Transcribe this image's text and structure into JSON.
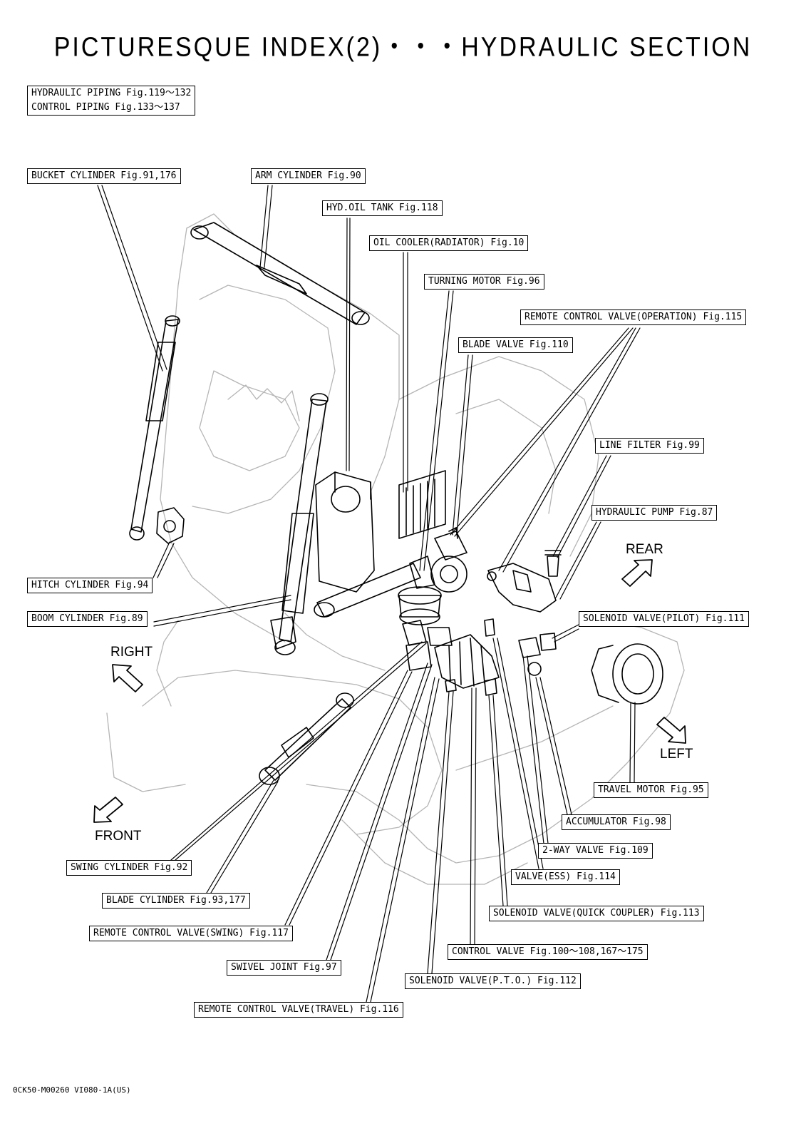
{
  "title": "PICTURESQUE INDEX(2)・・・HYDRAULIC SECTION",
  "piping_box": [
    "HYDRAULIC PIPING Fig.119～132",
    "CONTROL PIPING Fig.133～137"
  ],
  "labels": {
    "bucket_cylinder": "BUCKET CYLINDER Fig.91,176",
    "arm_cylinder": "ARM CYLINDER Fig.90",
    "hyd_oil_tank": "HYD.OIL TANK Fig.118",
    "oil_cooler": "OIL COOLER(RADIATOR) Fig.10",
    "turning_motor": "TURNING MOTOR Fig.96",
    "remote_control_valve_operation": "REMOTE CONTROL VALVE(OPERATION) Fig.115",
    "blade_valve": "BLADE VALVE Fig.110",
    "line_filter": "LINE FILTER Fig.99",
    "hydraulic_pump": "HYDRAULIC PUMP Fig.87",
    "hitch_cylinder": "HITCH CYLINDER Fig.94",
    "boom_cylinder": "BOOM CYLINDER Fig.89",
    "solenoid_valve_pilot": "SOLENOID VALVE(PILOT) Fig.111",
    "travel_motor": "TRAVEL MOTOR Fig.95",
    "accumulator": "ACCUMULATOR Fig.98",
    "two_way_valve": "2-WAY VALVE Fig.109",
    "valve_ess": "VALVE(ESS) Fig.114",
    "solenoid_valve_quick_coupler": "SOLENOID VALVE(QUICK COUPLER) Fig.113",
    "control_valve": "CONTROL VALVE Fig.100～108,167～175",
    "solenoid_valve_pto": "SOLENOID VALVE(P.T.O.) Fig.112",
    "swing_cylinder": "SWING CYLINDER Fig.92",
    "blade_cylinder": "BLADE CYLINDER Fig.93,177",
    "remote_control_valve_swing": "REMOTE CONTROL VALVE(SWING) Fig.117",
    "swivel_joint": "SWIVEL JOINT Fig.97",
    "remote_control_valve_travel": "REMOTE CONTROL VALVE(TRAVEL) Fig.116"
  },
  "directions": {
    "rear": "REAR",
    "right": "RIGHT",
    "left": "LEFT",
    "front": "FRONT"
  },
  "doc_code": "0CK50-M00260 VI080-1A(US)"
}
